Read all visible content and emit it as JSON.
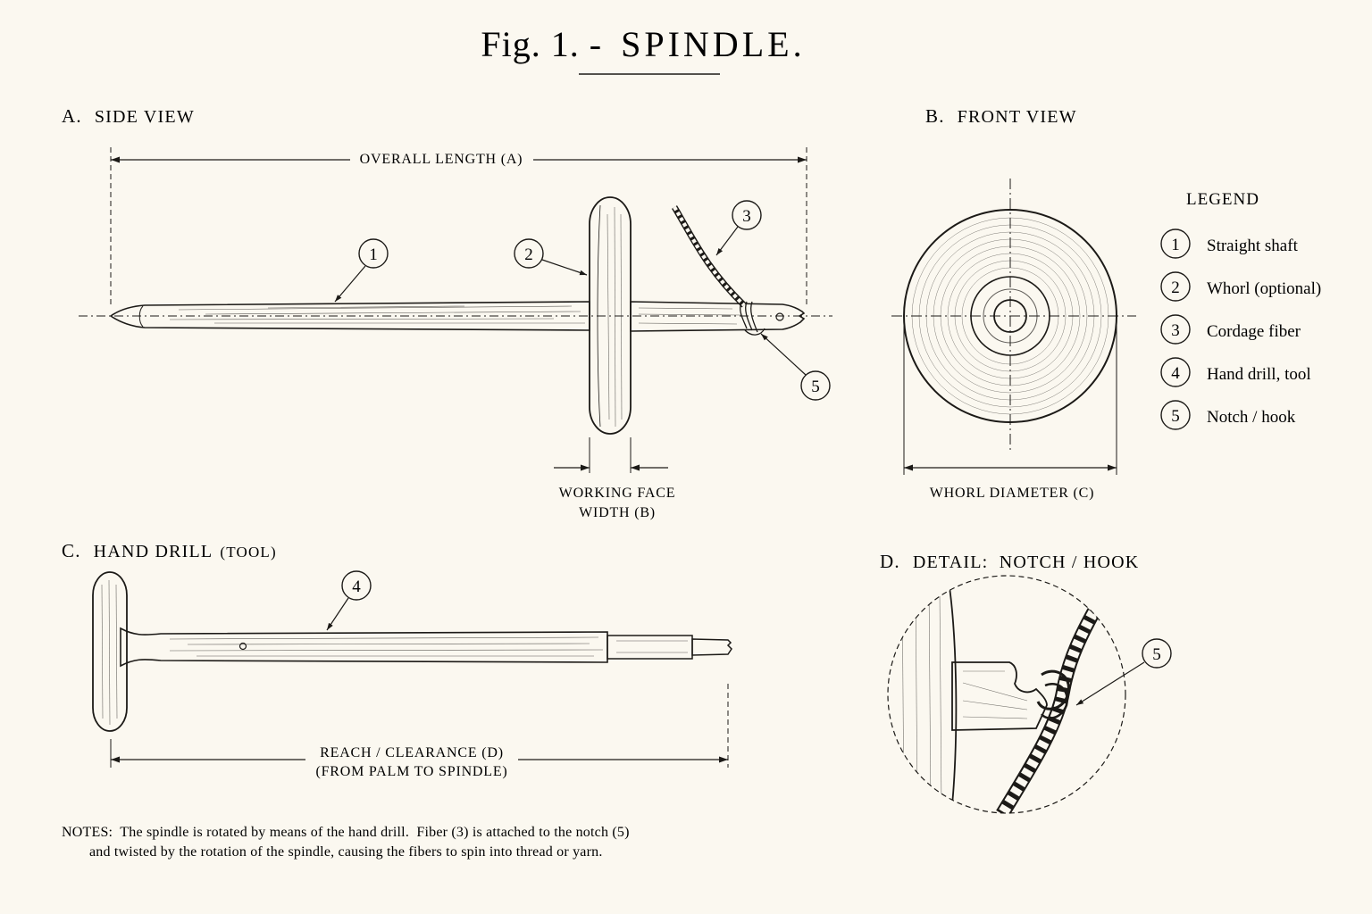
{
  "figure": {
    "title_prefix": "Fig. 1. -",
    "title_main": "SPINDLE."
  },
  "sections": {
    "a": {
      "letter": "A.",
      "label": "SIDE VIEW"
    },
    "b": {
      "letter": "B.",
      "label": "FRONT VIEW"
    },
    "c": {
      "letter": "C.",
      "label": "HAND DRILL",
      "label_suffix": "(TOOL)"
    },
    "d": {
      "letter": "D.",
      "label": "DETAIL:  NOTCH / HOOK"
    }
  },
  "dimensions": {
    "overall_length": "OVERALL LENGTH (A)",
    "working_face_line1": "WORKING FACE",
    "working_face_line2": "WIDTH (B)",
    "whorl_diameter": "WHORL DIAMETER (C)",
    "reach_line1": "REACH / CLEARANCE (D)",
    "reach_line2": "(FROM PALM TO SPINDLE)"
  },
  "legend": {
    "title": "LEGEND",
    "items": [
      {
        "num": "1",
        "label": "Straight shaft"
      },
      {
        "num": "2",
        "label": "Whorl (optional)"
      },
      {
        "num": "3",
        "label": "Cordage fiber"
      },
      {
        "num": "4",
        "label": "Hand drill, tool"
      },
      {
        "num": "5",
        "label": "Notch / hook"
      }
    ]
  },
  "callouts": {
    "c1": "1",
    "c2": "2",
    "c3": "3",
    "c4": "4",
    "c5": "5",
    "c5_detail": "5"
  },
  "notes": {
    "line1": "NOTES:  The spindle is rotated by means of the hand drill.  Fiber (3) is attached to the notch (5)",
    "line2": "and twisted by the rotation of the spindle, causing the fibers to spin into thread or yarn."
  },
  "colors": {
    "paper": "#fbf8f0",
    "ink": "#1c1a17"
  }
}
